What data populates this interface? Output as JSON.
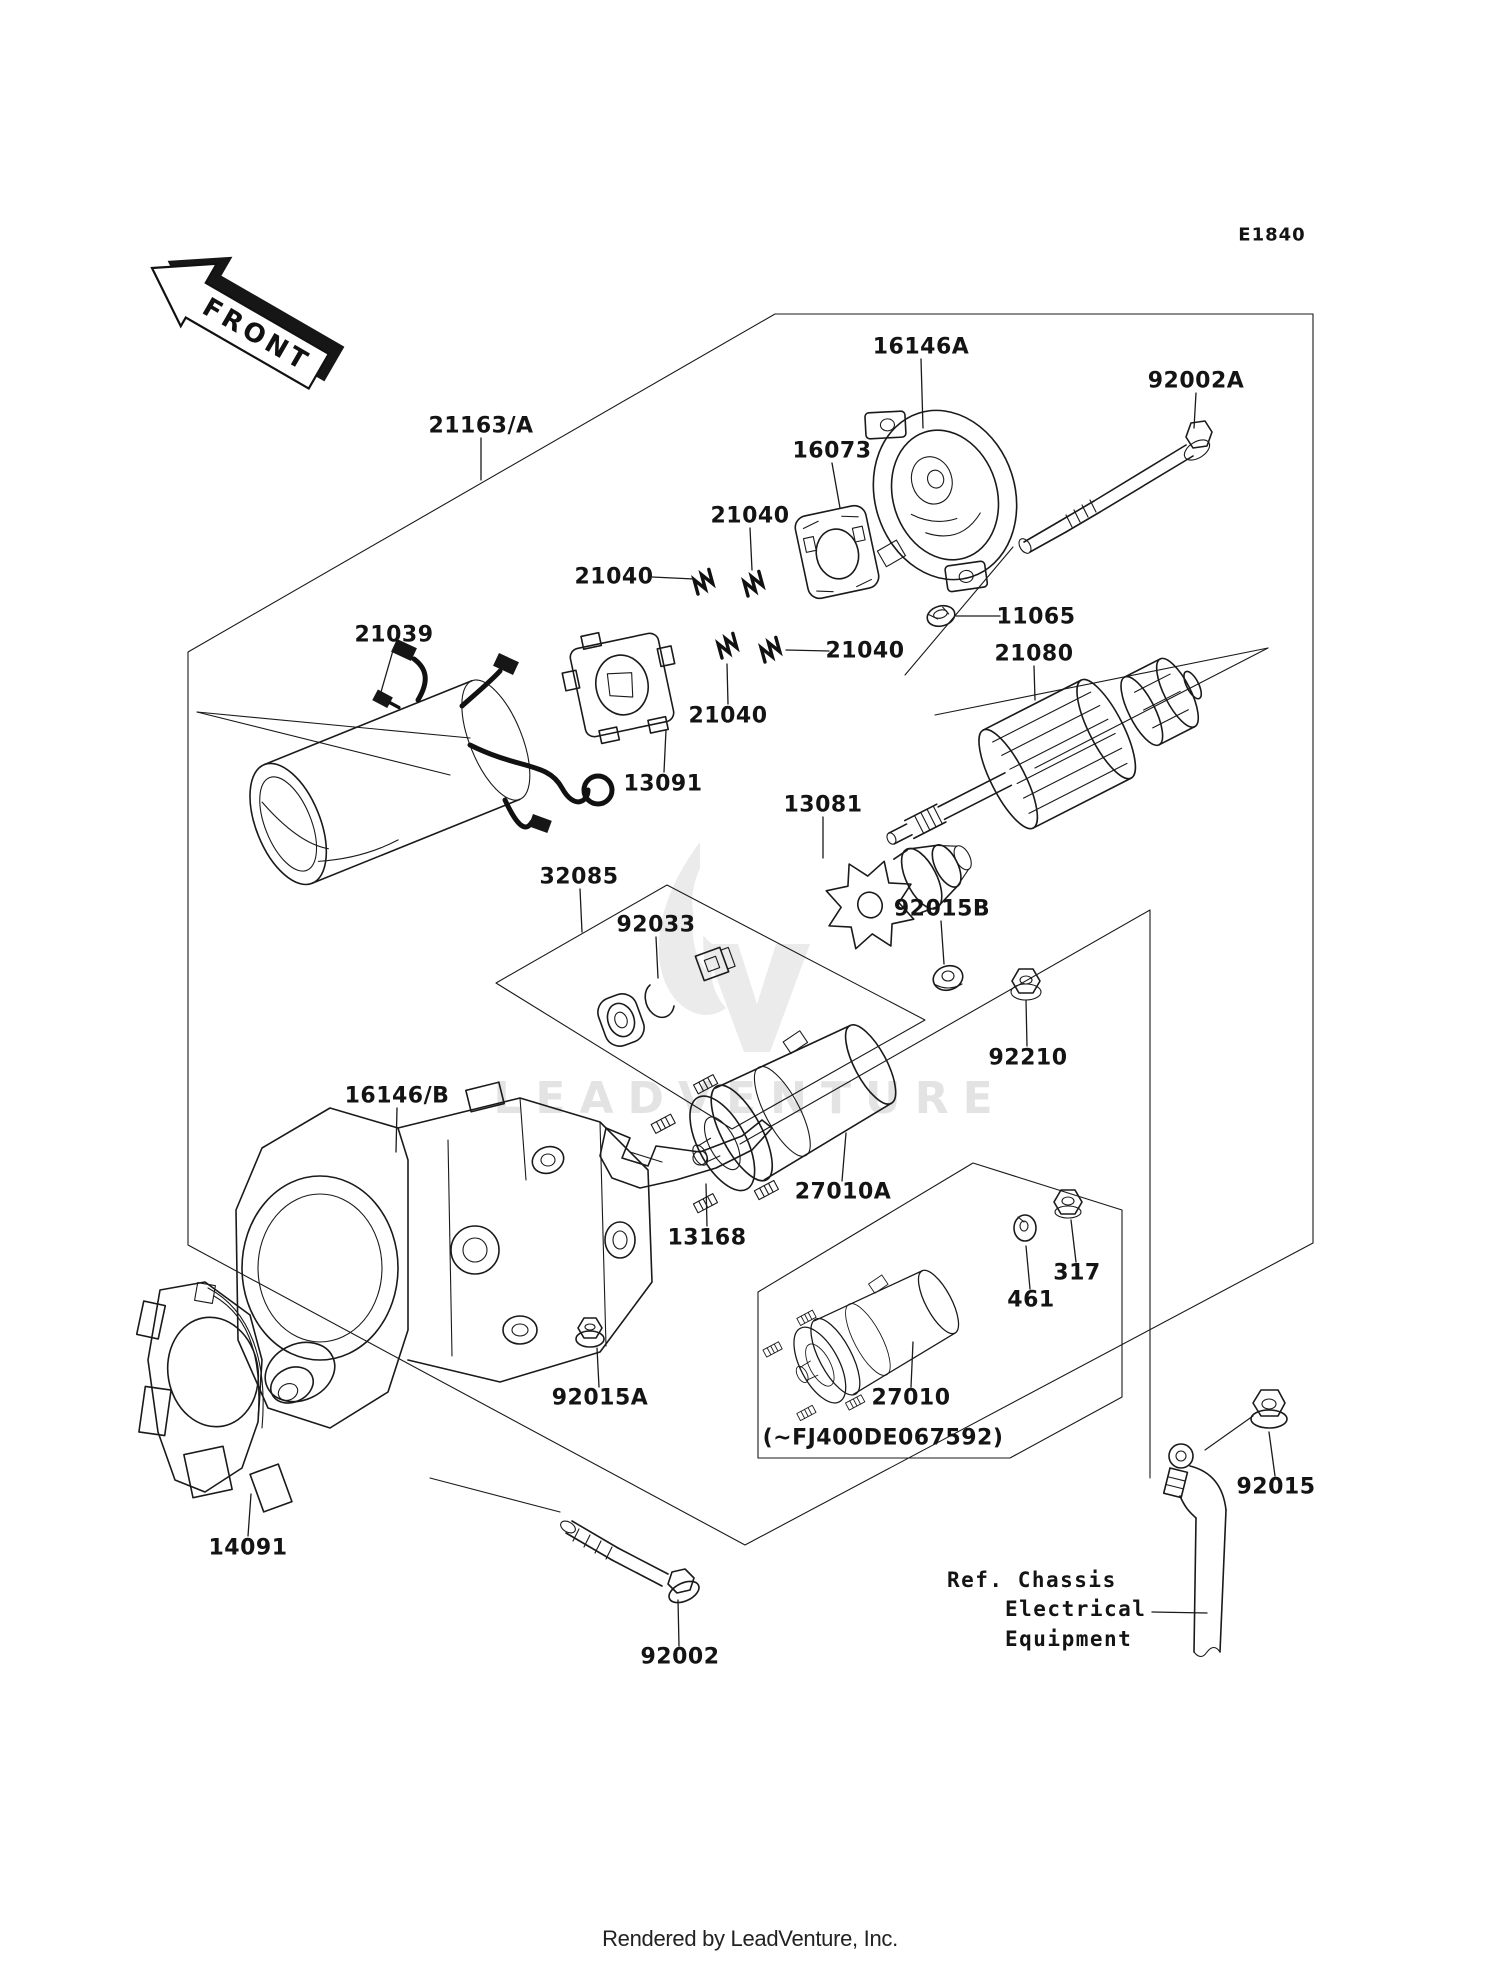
{
  "page": {
    "code": "E1840",
    "front_label": "FRONT",
    "watermark": "LEADVENTURE",
    "footer": "Rendered by LeadVenture, Inc."
  },
  "colors": {
    "ink": "#1a1a1a",
    "watermark_gray": "#e3e3e3",
    "background": "#ffffff"
  },
  "diagram_title_parts": "Starter Motor exploded parts diagram",
  "callouts": [
    {
      "id": "21163A",
      "text": "21163/A"
    },
    {
      "id": "16146A",
      "text": "16146A"
    },
    {
      "id": "92002A",
      "text": "92002A"
    },
    {
      "id": "16073",
      "text": "16073"
    },
    {
      "id": "21040_a",
      "text": "21040"
    },
    {
      "id": "21040_b",
      "text": "21040"
    },
    {
      "id": "21040_c",
      "text": "21040"
    },
    {
      "id": "21040_d",
      "text": "21040"
    },
    {
      "id": "21039",
      "text": "21039"
    },
    {
      "id": "11065",
      "text": "11065"
    },
    {
      "id": "21080",
      "text": "21080"
    },
    {
      "id": "13091",
      "text": "13091"
    },
    {
      "id": "13081",
      "text": "13081"
    },
    {
      "id": "32085",
      "text": "32085"
    },
    {
      "id": "92033",
      "text": "92033"
    },
    {
      "id": "92015B",
      "text": "92015B"
    },
    {
      "id": "92210",
      "text": "92210"
    },
    {
      "id": "16146B",
      "text": "16146/B"
    },
    {
      "id": "13168",
      "text": "13168"
    },
    {
      "id": "27010A",
      "text": "27010A"
    },
    {
      "id": "461",
      "text": "461"
    },
    {
      "id": "317",
      "text": "317"
    },
    {
      "id": "27010",
      "text": "27010"
    },
    {
      "id": "serial_range",
      "text": "(~FJ400DE067592)"
    },
    {
      "id": "92015A",
      "text": "92015A"
    },
    {
      "id": "14091",
      "text": "14091"
    },
    {
      "id": "92002",
      "text": "92002"
    },
    {
      "id": "92015",
      "text": "92015"
    }
  ],
  "ref_note": {
    "line1": "Ref. Chassis",
    "line2": "Electrical",
    "line3": "Equipment"
  }
}
